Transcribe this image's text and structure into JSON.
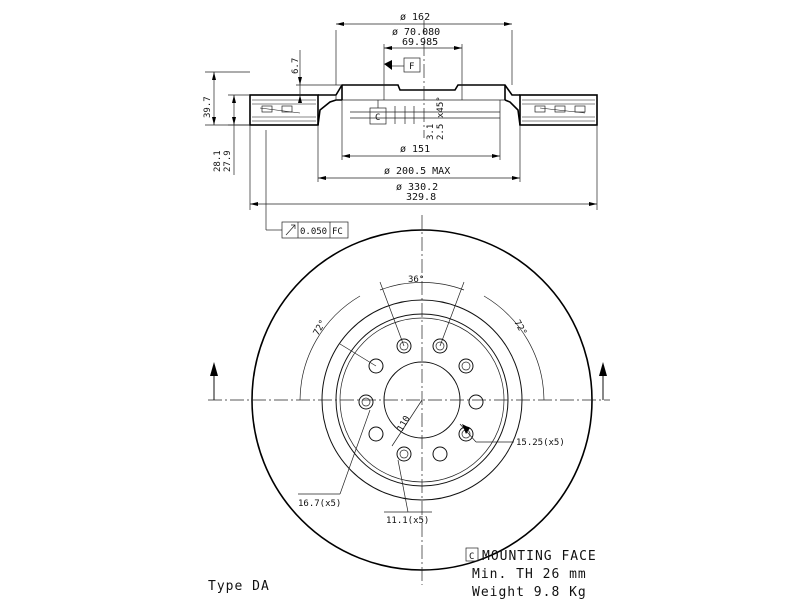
{
  "section_view": {
    "dia_162": "ø 162",
    "dia_70_upper": "ø 70.080",
    "dia_70_lower": "69.985",
    "height_6_7": "6.7",
    "datum_f": "F",
    "height_39_7": "39.7",
    "datum_c": "C",
    "chamfer_3_1": "3.1",
    "chamfer_2_5": "2.5",
    "chamfer_45": "x45°",
    "height_28_1": "28.1",
    "height_27_9": "27.9",
    "dia_151": "ø 151",
    "dia_200_5": "ø 200.5 MAX",
    "dia_330_2": "ø 330.2",
    "dia_329_8": "329.8",
    "tolerance_value": "0.050",
    "tolerance_ref": "FC"
  },
  "front_view": {
    "angle_36": "36°",
    "angle_72_left": "72°",
    "angle_72_right": "72°",
    "pcd_110": "110",
    "hole_15_25": "15.25(x5)",
    "hole_16_7": "16.7(x5)",
    "hole_11_1": "11.1(x5)"
  },
  "notes": {
    "mounting_face_code": "C",
    "mounting_face": "MOUNTING FACE",
    "min_th": "Min. TH  26  mm",
    "weight": "Weight  9.8  Kg",
    "type": "Type DA"
  }
}
